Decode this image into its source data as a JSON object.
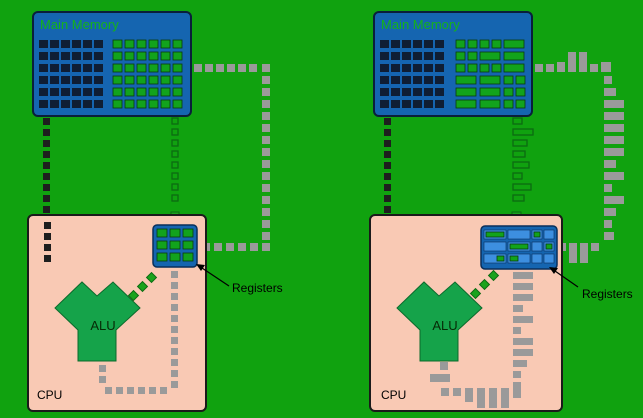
{
  "labels": {
    "main_memory": "Main Memory",
    "alu": "ALU",
    "cpu": "CPU",
    "registers": "Registers"
  },
  "colors": {
    "background": "#10a20f",
    "memory_fill": "#1565b0",
    "cpu_fill": "#f9c9b4",
    "alu_fill": "#15a34a",
    "register_cell_green": "#12a31c",
    "register_cell_blue": "#3d8fe0",
    "bus_dark": "#1e1e1e",
    "bus_gray": "#9a9a9a"
  }
}
